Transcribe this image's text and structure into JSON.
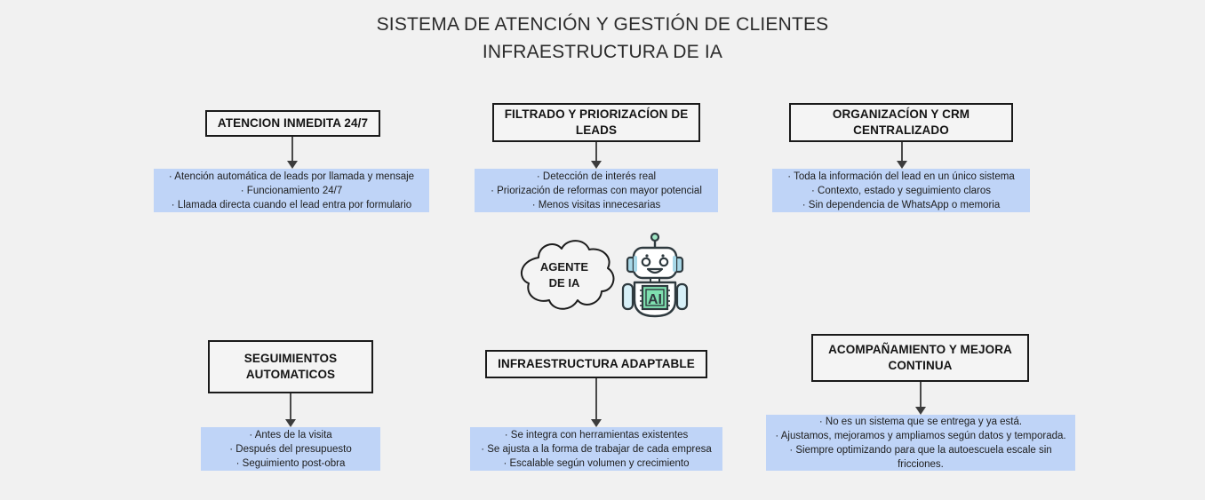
{
  "title": {
    "line1": "SISTEMA DE ATENCIÓN Y GESTIÓN DE CLIENTES",
    "line2": "INFRAESTRUCTURA DE IA"
  },
  "colors": {
    "background": "#f1f1f1",
    "panel_blue": "#bfd4f7",
    "box_border": "#1a1a1a",
    "box_fill": "#f4f4f4",
    "arrow": "#3c3c3c",
    "robot_body": "#ffffff",
    "robot_accent": "#a8d8e8",
    "robot_chip": "#7fe0b0",
    "robot_outline": "#2f3a3f"
  },
  "center": {
    "cloud_label_line1": "AGENTE",
    "cloud_label_line2": "DE IA",
    "robot_chip_label": "AI",
    "cloud_icon": "thought-cloud-icon",
    "robot_icon": "robot-icon"
  },
  "nodes": [
    {
      "id": "atencion-inmediata",
      "header": "ATENCION INMEDITA 24/7",
      "header_lines": [
        "ATENCION INMEDITA 24/7"
      ],
      "details": [
        "·  Atención automática de leads por llamada y mensaje",
        "·  Funcionamiento 24/7",
        "·  Llamada directa cuando el lead entra por formulario"
      ]
    },
    {
      "id": "filtrado-priorizacion",
      "header": "FILTRADO Y PRIORIZACÍON DE LEADS",
      "header_lines": [
        "FILTRADO Y PRIORIZACÍON DE",
        "LEADS"
      ],
      "details": [
        "·  Detección de interés real",
        "·  Priorización de reformas con mayor potencial",
        "·  Menos visitas innecesarias"
      ]
    },
    {
      "id": "organizacion-crm",
      "header": "ORGANIZACÍON Y CRM CENTRALIZADO",
      "header_lines": [
        "ORGANIZACÍON Y CRM",
        "CENTRALIZADO"
      ],
      "details": [
        "·  Toda la información del lead en un único sistema",
        "·  Contexto, estado y seguimiento claros",
        "·  Sin dependencia de WhatsApp o memoria"
      ]
    },
    {
      "id": "seguimientos-automaticos",
      "header": "SEGUIMIENTOS AUTOMATICOS",
      "header_lines": [
        "SEGUIMIENTOS",
        "AUTOMATICOS"
      ],
      "details": [
        "·  Antes de la visita",
        "·  Después del presupuesto",
        "·  Seguimiento post-obra"
      ]
    },
    {
      "id": "infraestructura-adaptable",
      "header": "INFRAESTRUCTURA ADAPTABLE",
      "header_lines": [
        "INFRAESTRUCTURA ADAPTABLE"
      ],
      "details": [
        "·  Se integra con herramientas existentes",
        "·  Se ajusta a la forma de trabajar de cada empresa",
        "·  Escalable según volumen y crecimiento"
      ]
    },
    {
      "id": "acompanamiento-mejora",
      "header": "ACOMPAÑAMIENTO Y MEJORA CONTINUA",
      "header_lines": [
        "ACOMPAÑAMIENTO Y MEJORA",
        "CONTINUA"
      ],
      "details": [
        "·  No es un sistema que se entrega y ya está.",
        "·  Ajustamos, mejoramos y ampliamos según datos y temporada.",
        "·  Siempre optimizando para que la autoescuela escale sin fricciones."
      ]
    }
  ]
}
